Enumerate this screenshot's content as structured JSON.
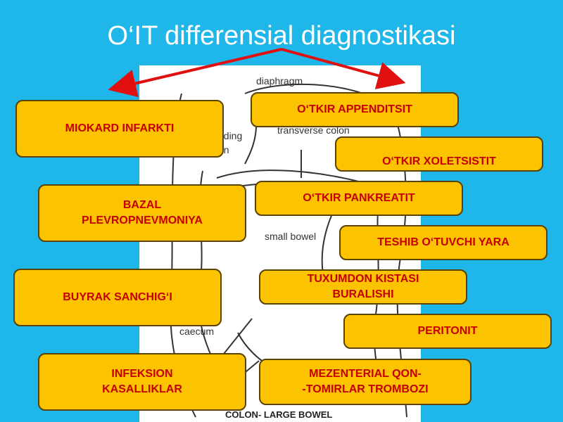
{
  "title": "O‘IT  differensial diagnostikasi",
  "colors": {
    "background": "#1fb6ea",
    "box_fill": "#fbc300",
    "box_text": "#c60000",
    "arrow": "#e01010"
  },
  "diagram_labels": {
    "diaphragm": "diaphragm",
    "ascending_1": "nding",
    "ascending_2": "on",
    "transverse": "transverse colon",
    "small_bowel": "small bowel",
    "caecum": "caecum",
    "caption": "COLON- LARGE BOWEL"
  },
  "left_boxes": [
    {
      "line1": "MIOKARD INFARKTI",
      "line2": ""
    },
    {
      "line1": "BAZAL",
      "line2": "PLEVROPNEVMONIYA"
    },
    {
      "line1": "BUYRAK SANCHIG‘I",
      "line2": ""
    },
    {
      "line1": "INFEKSION",
      "line2": "KASALLIKLAR"
    }
  ],
  "right_boxes": [
    {
      "line1": "O‘TKIR APPENDITSIT",
      "line2": ""
    },
    {
      "line1": "O‘TKIR XOLETSISTIT",
      "line2": ""
    },
    {
      "line1": "O‘TKIR PANKREATIT",
      "line2": ""
    },
    {
      "line1": "TESHIB O‘TUVCHI YARA",
      "line2": ""
    },
    {
      "line1": "TUXUMDON KISTASI",
      "line2": "BURALISHI"
    },
    {
      "line1": "PERITONIT",
      "line2": ""
    },
    {
      "line1": "MEZENTERIAL QON-",
      "line2": "-TOMIRLAR TROMBOZI"
    }
  ]
}
